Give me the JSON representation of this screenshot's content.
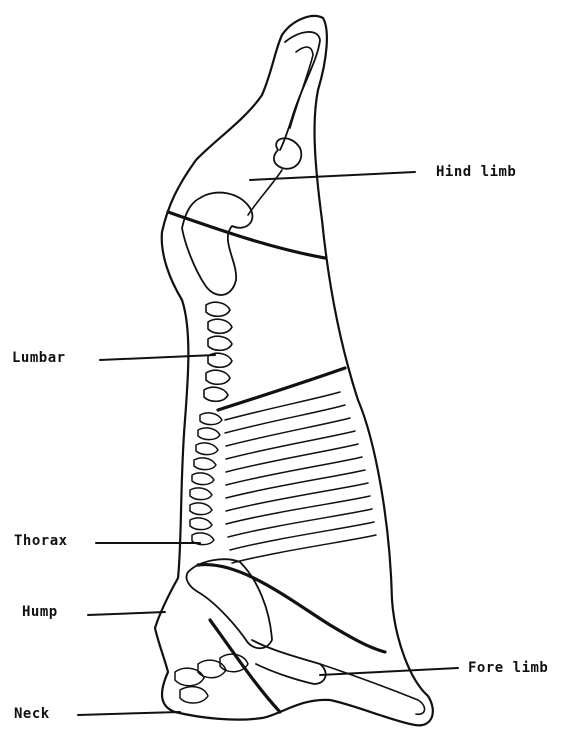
{
  "labels": {
    "hind_limb": "Hind limb",
    "lumbar": "Lumbar",
    "thorax": "Thorax",
    "hump": "Hump",
    "fore_limb": "Fore limb",
    "neck": "Neck"
  },
  "colors": {
    "ink": "#111111",
    "background": "#ffffff"
  }
}
